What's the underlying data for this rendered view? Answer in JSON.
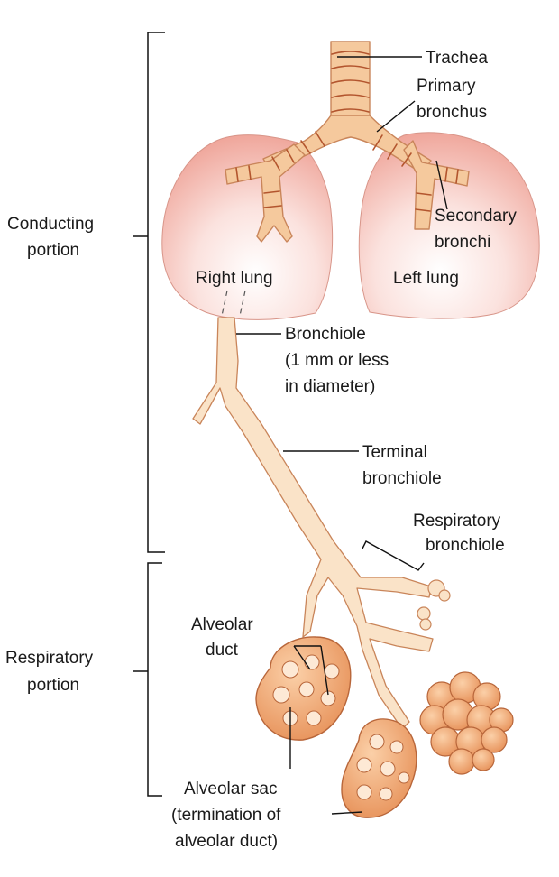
{
  "colors": {
    "lung_fill": "#f3b7ad",
    "lung_edge": "#c97f74",
    "airway_fill": "#f5c99d",
    "airway_edge": "#c9855a",
    "ring": "#b3552e",
    "alveoli_fill": "#f0a874",
    "alveoli_edge": "#b8663a",
    "leader": "#111111"
  },
  "sections": {
    "conducting": [
      "Conducting",
      "portion"
    ],
    "respiratory": [
      "Respiratory",
      "portion"
    ]
  },
  "labels": {
    "trachea": "Trachea",
    "primary_bronchus": [
      "Primary",
      "bronchus"
    ],
    "secondary_bronchi": [
      "Secondary",
      "bronchi"
    ],
    "right_lung": "Right lung",
    "left_lung": "Left lung",
    "bronchiole": [
      "Bronchiole",
      "(1 mm or less",
      "in diameter)"
    ],
    "terminal_bronchiole": [
      "Terminal",
      "bronchiole"
    ],
    "respiratory_bronchiole": [
      "Respiratory",
      "bronchiole"
    ],
    "alveolar_duct": [
      "Alveolar",
      "duct"
    ],
    "alveolar_sac": [
      "Alveolar sac",
      "(termination of",
      "alveolar duct)"
    ]
  }
}
